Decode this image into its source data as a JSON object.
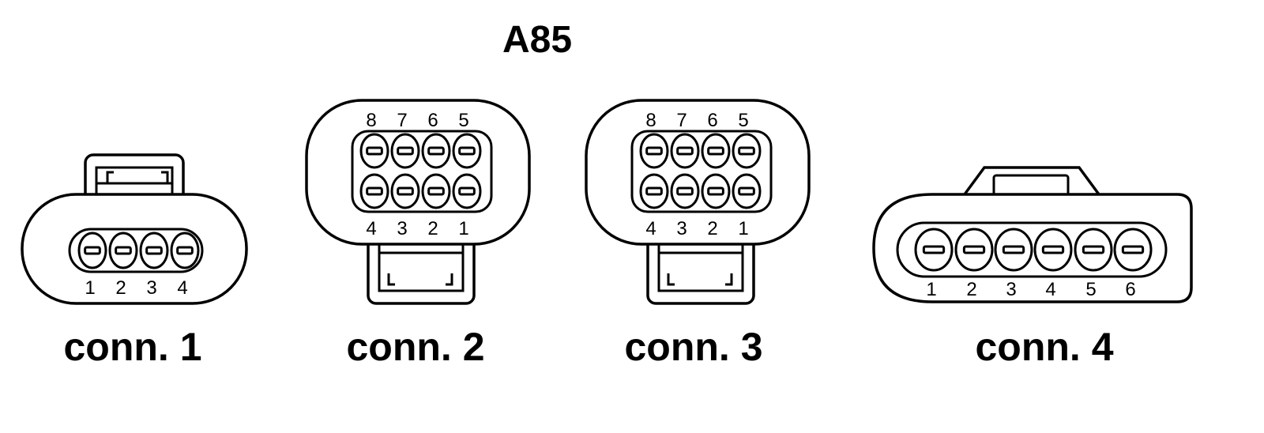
{
  "title": "A85",
  "colors": {
    "ink": "#000000",
    "paper": "#ffffff"
  },
  "connectors": [
    {
      "id": "conn1",
      "label": "conn. 1",
      "pins_bottom": [
        "1",
        "2",
        "3",
        "4"
      ]
    },
    {
      "id": "conn2",
      "label": "conn. 2",
      "pins_top": [
        "8",
        "7",
        "6",
        "5"
      ],
      "pins_bottom": [
        "4",
        "3",
        "2",
        "1"
      ]
    },
    {
      "id": "conn3",
      "label": "conn. 3",
      "pins_top": [
        "8",
        "7",
        "6",
        "5"
      ],
      "pins_bottom": [
        "4",
        "3",
        "2",
        "1"
      ]
    },
    {
      "id": "conn4",
      "label": "conn. 4",
      "pins_bottom": [
        "1",
        "2",
        "3",
        "4",
        "5",
        "6"
      ]
    }
  ]
}
